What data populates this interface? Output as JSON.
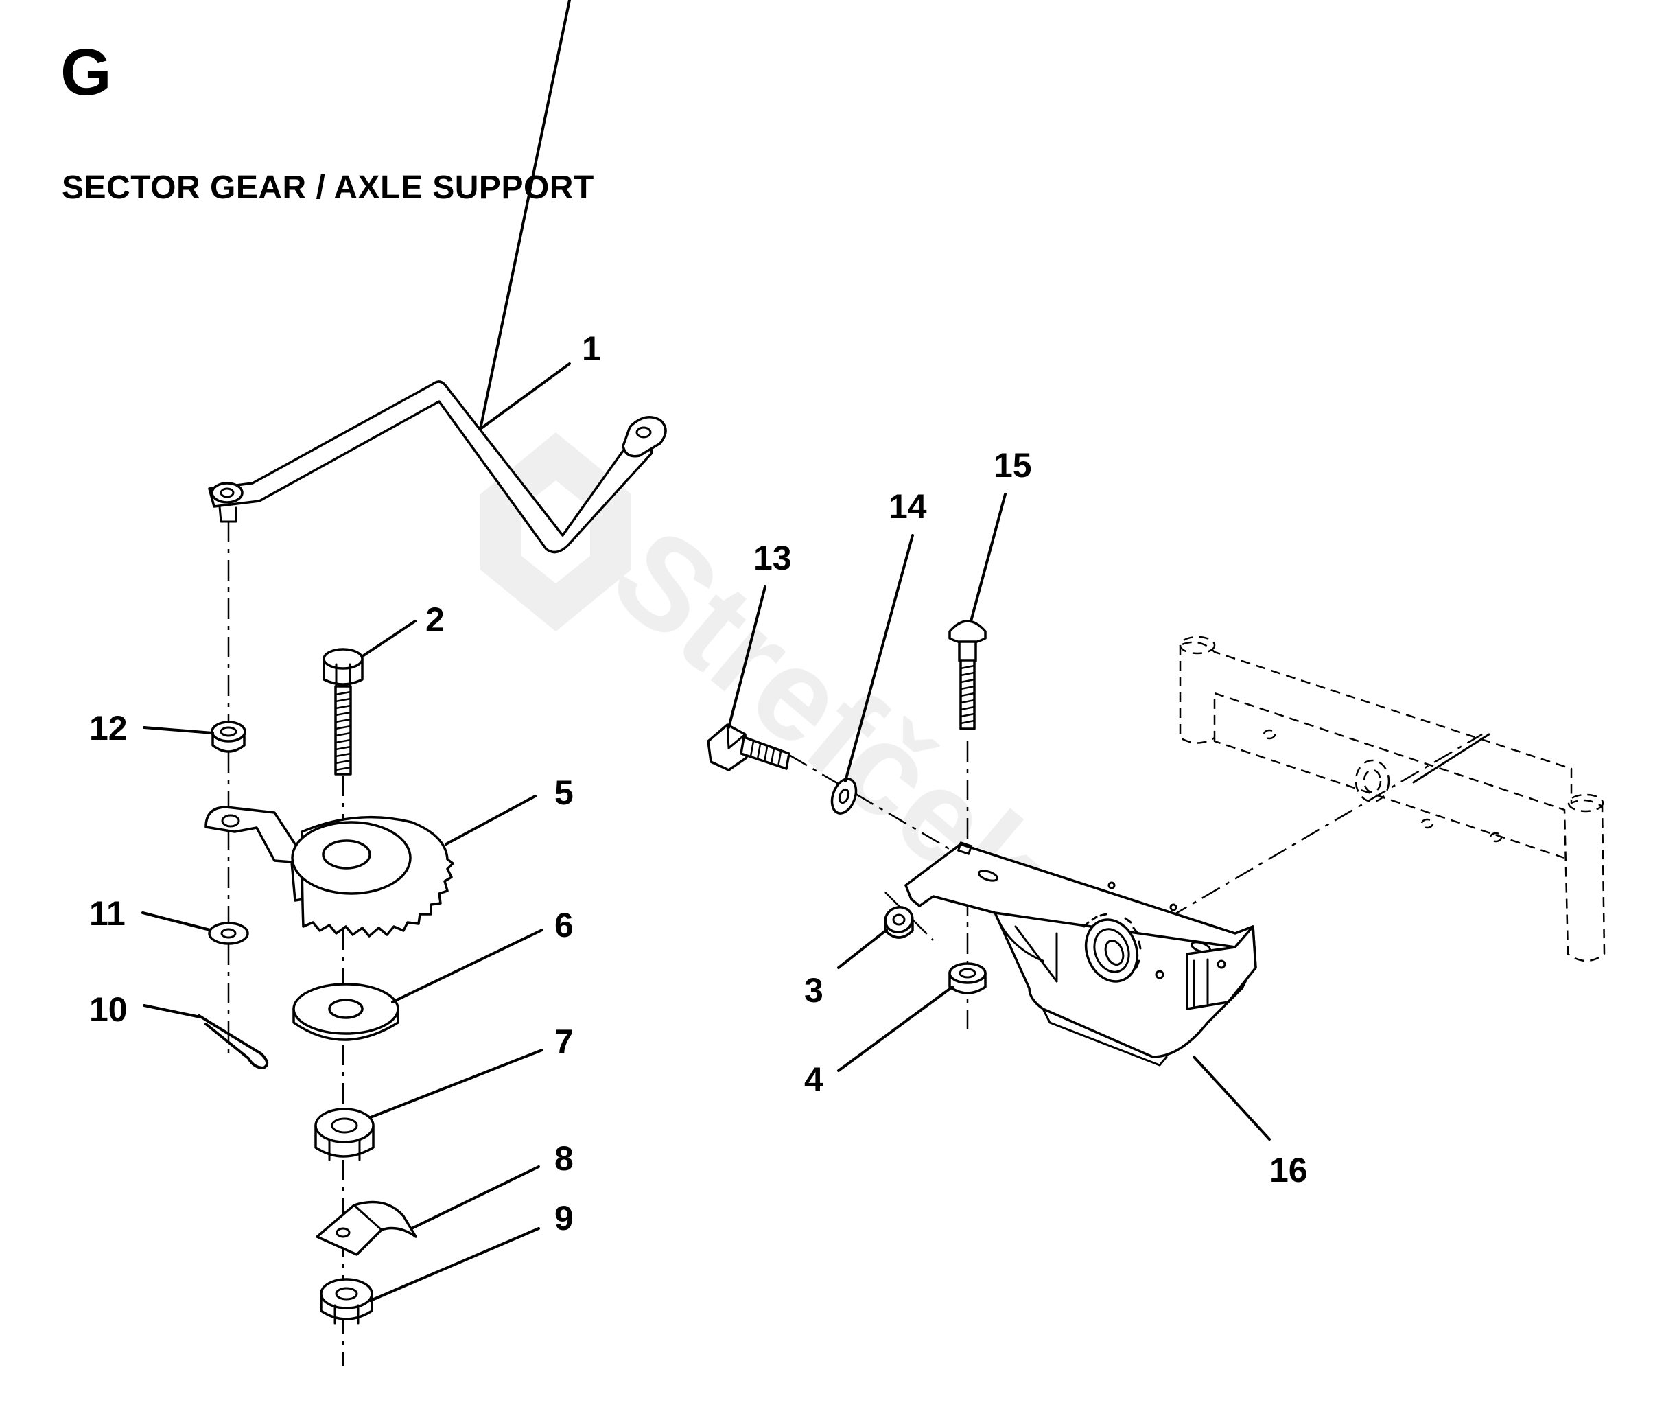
{
  "header": {
    "section_letter": "G",
    "title": "SECTOR GEAR / AXLE SUPPORT"
  },
  "watermark": {
    "text": "Strefček"
  },
  "callouts": [
    {
      "id": "1",
      "label": "1"
    },
    {
      "id": "2",
      "label": "2"
    },
    {
      "id": "3",
      "label": "3"
    },
    {
      "id": "4",
      "label": "4"
    },
    {
      "id": "5",
      "label": "5"
    },
    {
      "id": "6",
      "label": "6"
    },
    {
      "id": "7",
      "label": "7"
    },
    {
      "id": "8",
      "label": "8"
    },
    {
      "id": "9",
      "label": "9"
    },
    {
      "id": "10",
      "label": "10"
    },
    {
      "id": "11",
      "label": "11"
    },
    {
      "id": "12",
      "label": "12"
    },
    {
      "id": "13",
      "label": "13"
    },
    {
      "id": "14",
      "label": "14"
    },
    {
      "id": "15",
      "label": "15"
    },
    {
      "id": "16",
      "label": "16"
    }
  ]
}
